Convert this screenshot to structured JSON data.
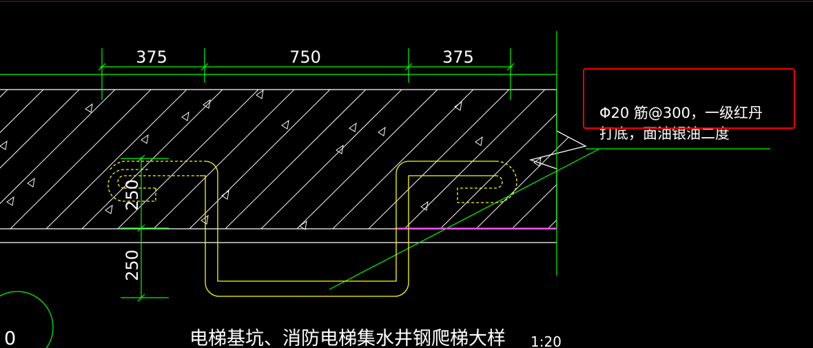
{
  "drawing": {
    "dimensions_top": [
      "375",
      "750",
      "375"
    ],
    "dimensions_side": [
      "250",
      "250"
    ],
    "note": {
      "line1": "Φ20 筋@300，一级红丹",
      "line2": "打底，面油银油二度"
    },
    "title": "电梯基坑、消防电梯集水井钢爬梯大样",
    "scale": "1:20",
    "detail_marker": "0"
  },
  "colors": {
    "background": "#000000",
    "dimension_lines": "#00ff00",
    "slab_lines": "#ffffff",
    "rebar": "#ffff00",
    "highlight_box": "#ff0000",
    "accent_line": "#ff00ff"
  }
}
